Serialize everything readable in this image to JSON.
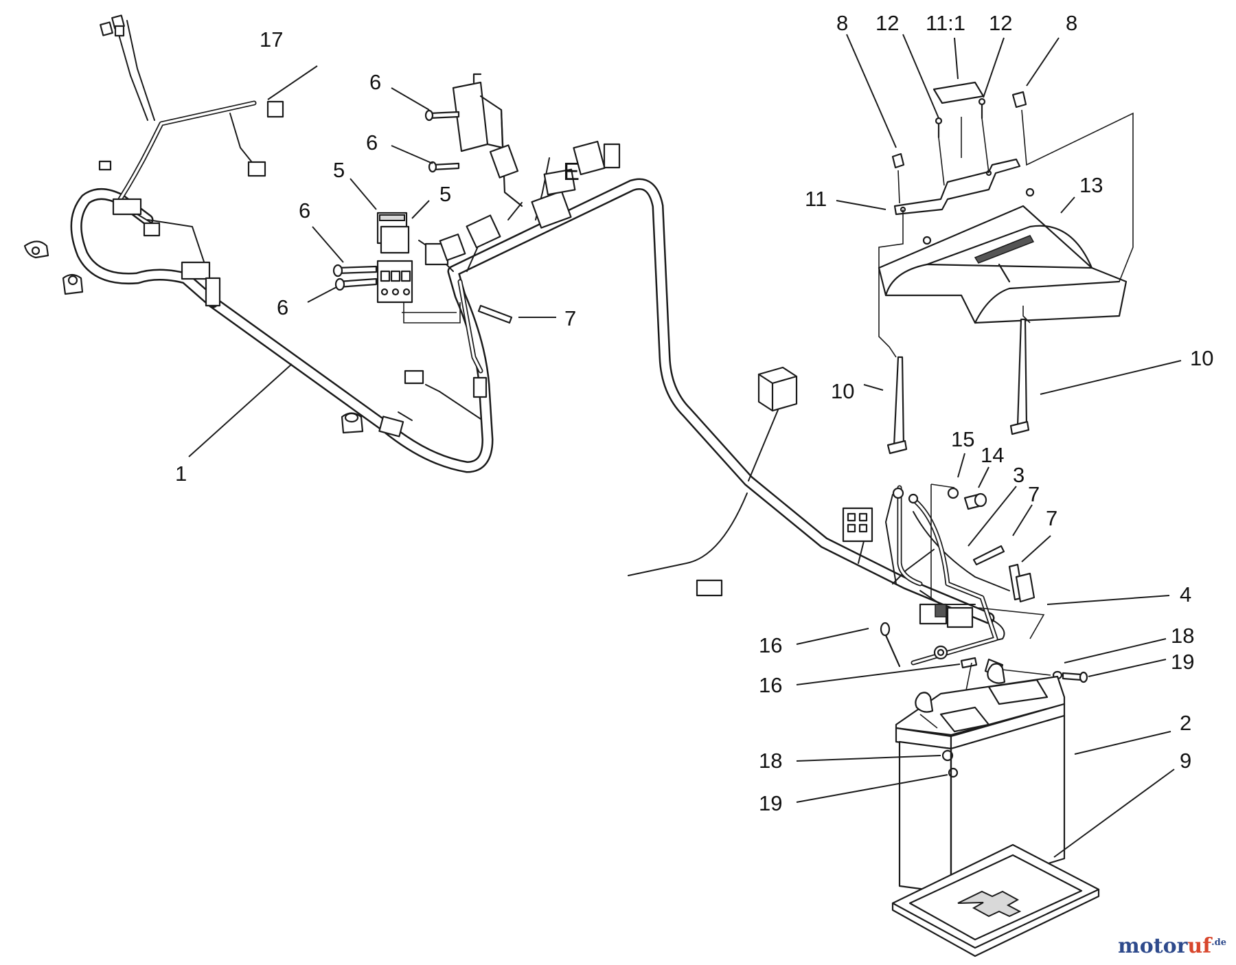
{
  "callouts": {
    "c1": "1",
    "c2": "2",
    "c3": "3",
    "c4": "4",
    "c5a": "5",
    "c5b": "5",
    "c6a": "6",
    "c6b": "6",
    "c6c": "6",
    "c6d": "6",
    "c7a": "7",
    "c7b": "7",
    "c7c": "7",
    "c8a": "8",
    "c8b": "8",
    "c9": "9",
    "c10a": "10",
    "c10b": "10",
    "c11": "11",
    "c11_1": "11:1",
    "c12a": "12",
    "c12b": "12",
    "c13": "13",
    "c14": "14",
    "c15": "15",
    "c16a": "16",
    "c16b": "16",
    "c17": "17",
    "c18a": "18",
    "c18b": "18",
    "c19a": "19",
    "c19b": "19",
    "cE": "E"
  },
  "watermark": {
    "part1": "motor",
    "part2": "uf",
    "suffix": ".de"
  },
  "colors": {
    "line": "#1a1a1a",
    "watermark_blue": "#2e4a8c",
    "watermark_red": "#d8462c"
  }
}
